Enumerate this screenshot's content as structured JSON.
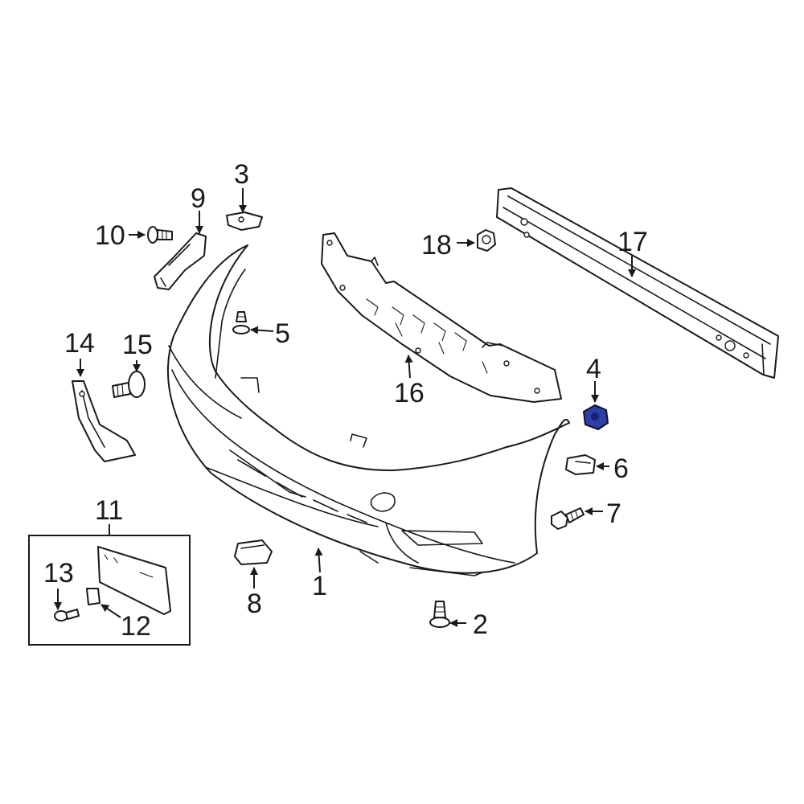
{
  "callouts": {
    "c1": "1",
    "c2": "2",
    "c3": "3",
    "c4": "4",
    "c5": "5",
    "c6": "6",
    "c7": "7",
    "c8": "8",
    "c9": "9",
    "c10": "10",
    "c11": "11",
    "c12": "12",
    "c13": "13",
    "c14": "14",
    "c15": "15",
    "c16": "16",
    "c17": "17",
    "c18": "18"
  },
  "highlighted_part": "4",
  "colors": {
    "highlight": "#2b3fa8",
    "line": "#1a1a1a",
    "background": "#ffffff"
  }
}
